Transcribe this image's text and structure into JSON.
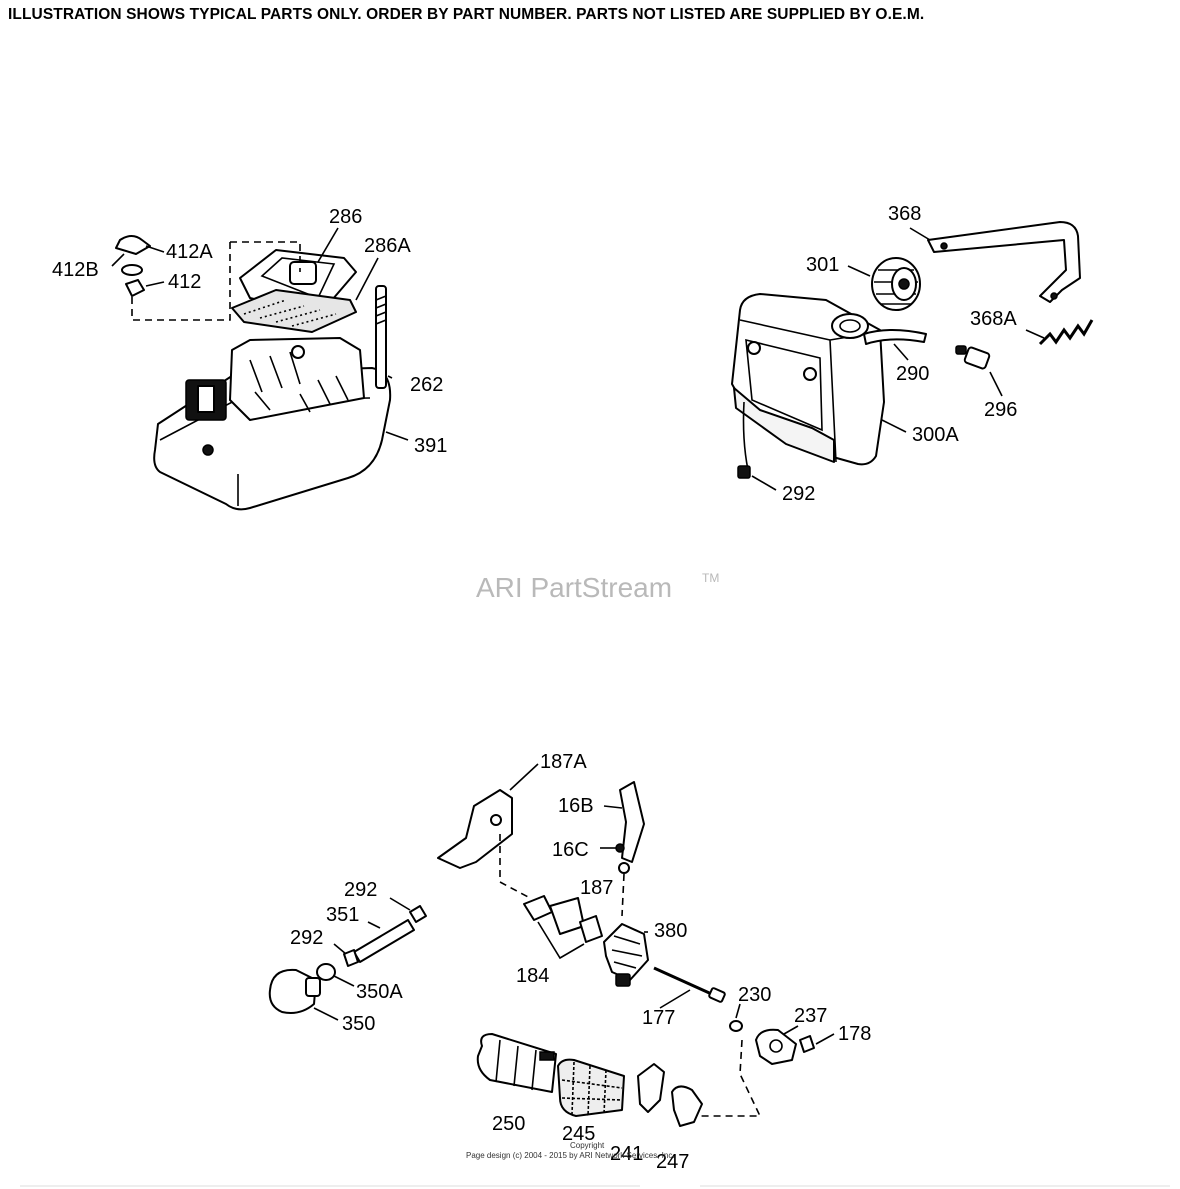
{
  "header": "ILLUSTRATION SHOWS TYPICAL PARTS ONLY.  ORDER BY PART NUMBER.  PARTS NOT LISTED ARE SUPPLIED BY O.E.M.",
  "watermark": {
    "text": "ARI PartStream",
    "mark": "TM"
  },
  "footer": {
    "copyright": "Copyright",
    "page_design": "Page design (c) 2004 - 2015 by ARI Network Services, Inc."
  },
  "labels": {
    "l286": "286",
    "l286A": "286A",
    "l412B": "412B",
    "l412A": "412A",
    "l412": "412",
    "l262": "262",
    "l391": "391",
    "l368": "368",
    "l301": "301",
    "l368A": "368A",
    "l290": "290",
    "l296": "296",
    "l300A": "300A",
    "l292a": "292",
    "l187A": "187A",
    "l16B": "16B",
    "l16C": "16C",
    "l187": "187",
    "l380": "380",
    "l184": "184",
    "l292b": "292",
    "l351": "351",
    "l292c": "292",
    "l350A": "350A",
    "l350": "350",
    "l177": "177",
    "l230": "230",
    "l237": "237",
    "l178": "178",
    "l250": "250",
    "l245": "245",
    "l241": "241",
    "l247": "247"
  }
}
